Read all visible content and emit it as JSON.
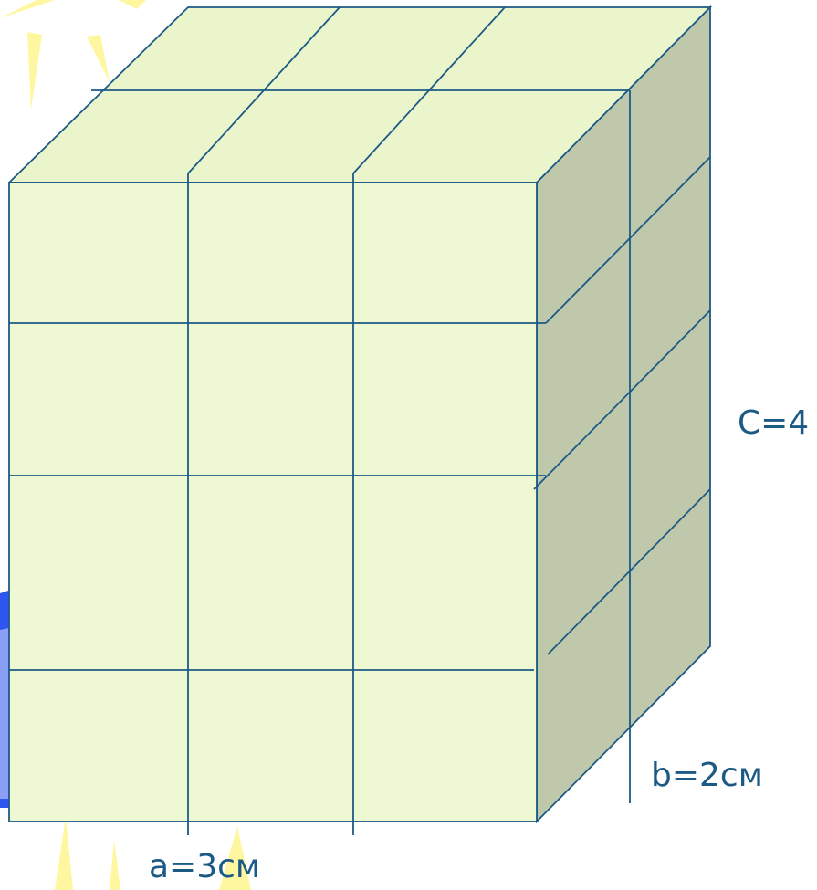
{
  "labels": {
    "a": "a=3см",
    "b": "b=2см",
    "c": "C=4"
  },
  "colors": {
    "front_face": "#eef8d2",
    "top_face": "#eaf5cc",
    "side_face": "#bfc8aa",
    "edge": "#1c5a86",
    "ray": "#fff7a0",
    "disc": "#2f55f0",
    "disc_inner": "#8a9ff5",
    "label": "#1c5a86"
  },
  "figure": {
    "shape": "rectangular-prism",
    "unit_cubes_along_a": 3,
    "unit_cubes_along_b": 2,
    "unit_cubes_along_c": 4
  }
}
